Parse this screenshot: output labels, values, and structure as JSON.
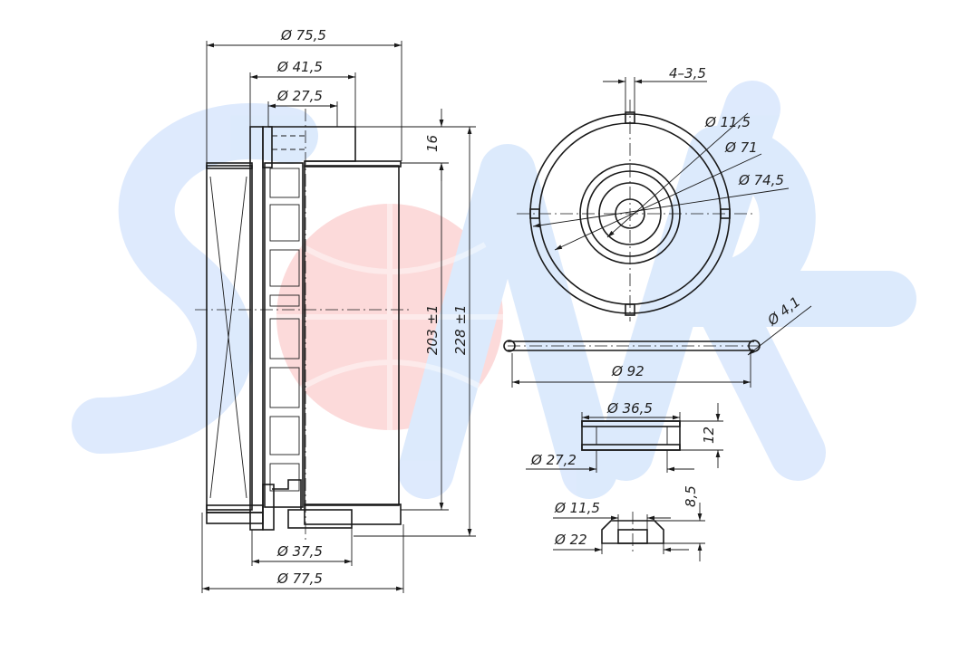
{
  "watermark": {
    "text_color": "#2f7ff0",
    "ball_color": "#ee2222"
  },
  "dims": {
    "d75_5": "Ø 75,5",
    "d41_5": "Ø 41,5",
    "d27_5": "Ø 27,5",
    "h16": "16",
    "h203": "203 ±1",
    "h228": "228 ±1",
    "d37_5": "Ø 37,5",
    "d77_5": "Ø 77,5",
    "n4_3_5": "4–3,5",
    "d11_5_top": "Ø 11,5",
    "d71": "Ø 71",
    "d74_5": "Ø 74,5",
    "d4_1": "Ø 4,1",
    "d92": "Ø 92",
    "d36_5": "Ø 36,5",
    "h12": "12",
    "d27_2": "Ø 27,2",
    "h8_5": "8,5",
    "d11_5_small": "Ø 11,5",
    "d22": "Ø 22"
  }
}
